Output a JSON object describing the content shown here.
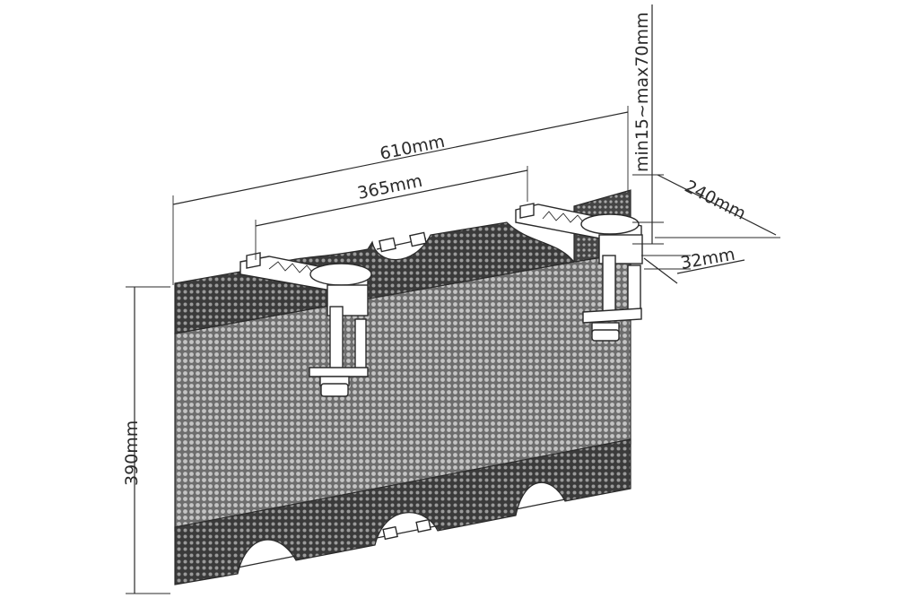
{
  "dimensions": {
    "width_total": "610mm",
    "width_clamps": "365mm",
    "height": "390mm",
    "depth": "240mm",
    "clamp_offset": "32mm",
    "clamp_range": "min15~max70mm"
  },
  "colors": {
    "line": "#2a2a2a",
    "mesh_dark": "#3c3c3c",
    "mesh_light": "#8a8a8a",
    "background": "#ffffff"
  }
}
